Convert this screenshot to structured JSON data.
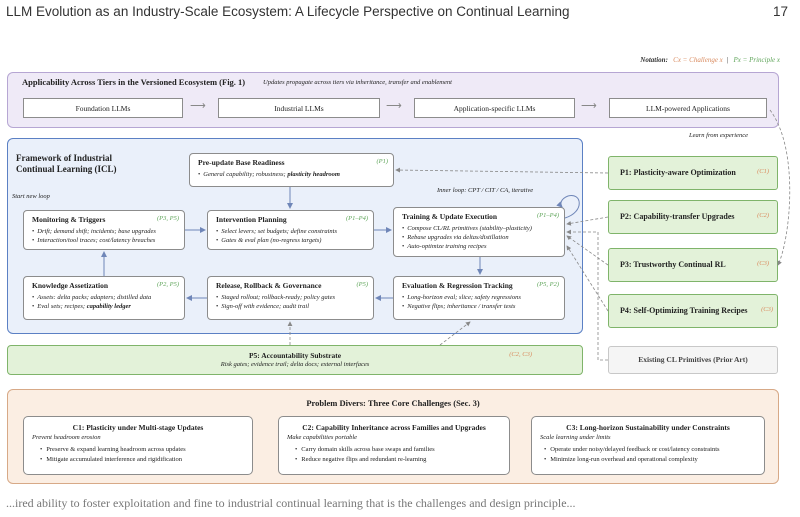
{
  "header": {
    "running_title": "LLM Evolution as an Industry-Scale Ecosystem: A Lifecycle Perspective on Continual Learning",
    "page_number": "17"
  },
  "notation": {
    "label": "Notation:",
    "challenge": "Cx = Challenge x",
    "principle": "Px = Principle x"
  },
  "tiers": {
    "title": "Applicability Across Tiers in the Versioned Ecosystem (Fig. 1)",
    "note": "Updates propagate across tiers via inheritance, transfer and enablement",
    "boxes": [
      "Foundation LLMs",
      "Industrial LLMs",
      "Application-specific LLMs",
      "LLM-powered Applications"
    ]
  },
  "learn_from_experience": "Learn from experience",
  "icl": {
    "title_line1": "Framework of Industrial",
    "title_line2": "Continual Learning (ICL)",
    "start_new_loop": "Start new loop",
    "inner_loop": "Inner loop: CPT / CIT / CA, iterative",
    "pre_update": {
      "title": "Pre-update Base Readiness",
      "tag": "(P1)",
      "bullet_prefix": "General capability; robustness; ",
      "bullet_bold": "plasticity headroom"
    },
    "monitoring": {
      "title": "Monitoring & Triggers",
      "tag": "(P3, P5)",
      "bullets": [
        "Drift; demand shift; incidents; base upgrades",
        "Interaction/tool traces; cost/latency breaches"
      ]
    },
    "intervention": {
      "title": "Intervention Planning",
      "tag": "(P1–P4)",
      "bullets": [
        "Select levers; set budgets; define constraints",
        "Gates & eval plan (no-regress targets)"
      ]
    },
    "training": {
      "title": "Training & Update Execution",
      "tag": "(P1–P4)",
      "bullets": [
        "Compose CL/RL primitives (stability–plasticity)",
        "Rebase upgrades via deltas/distillation",
        "Auto-optimize training recipes"
      ]
    },
    "knowledge": {
      "title": "Knowledge Assetization",
      "tag": "(P2, P5)",
      "bullet1": "Assets: delta packs; adapters; distilled data",
      "bullet2_prefix": "Eval sets; recipes; ",
      "bullet2_bold": "capability ledger"
    },
    "release": {
      "title": "Release, Rollback & Governance",
      "tag": "(P5)",
      "bullets": [
        "Staged rollout; rollback-ready; policy gates",
        "Sign-off with evidence; audit trail"
      ]
    },
    "evaluation": {
      "title": "Evaluation & Regression Tracking",
      "tag": "(P5, P2)",
      "bullets": [
        "Long-horizon eval; slice; safety regressions",
        "Negative flips; inheritance / transfer tests"
      ]
    }
  },
  "principles": [
    {
      "name": "P1: Plasticity-aware Optimization",
      "tag": "(C1)"
    },
    {
      "name": "P2: Capability-transfer Upgrades",
      "tag": "(C2)"
    },
    {
      "name": "P3: Trustworthy Continual RL",
      "tag": "(C3)"
    },
    {
      "name": "P4: Self-Optimizing Training Recipes",
      "tag": "(C3)"
    }
  ],
  "prior_art": "Existing CL Primitives (Prior Art)",
  "p5": {
    "title": "P5: Accountability Substrate",
    "subtitle": "Risk gates; evidence trail; delta docs; external interfaces",
    "tag": "(C2, C3)"
  },
  "problems": {
    "title": "Problem Divers: Three Core Challenges (Sec. 3)",
    "challenges": [
      {
        "title": "C1: Plasticity under Multi-stage Updates",
        "subtitle": "Prevent headroom erosion",
        "bullets": [
          "Preserve & expand learning headroom across updates",
          "Mitigate accumulated interference and rigidification"
        ]
      },
      {
        "title": "C2: Capability Inheritance across Families and Upgrades",
        "subtitle": "Make capabilities portable",
        "bullets": [
          "Carry domain skills across base swaps and families",
          "Reduce negative flips and redundant re-learning"
        ]
      },
      {
        "title": "C3: Long-horizon Sustainability under Constraints",
        "subtitle": "Scale learning under limits",
        "bullets": [
          "Operate under noisy/delayed feedback or cost/latency constraints",
          "Minimize long-run overhead and operational complexity"
        ]
      }
    ]
  },
  "caption_fragment": "...ired ability to foster exploitation and fine to industrial continual learning that is the challenges and design principle..."
}
